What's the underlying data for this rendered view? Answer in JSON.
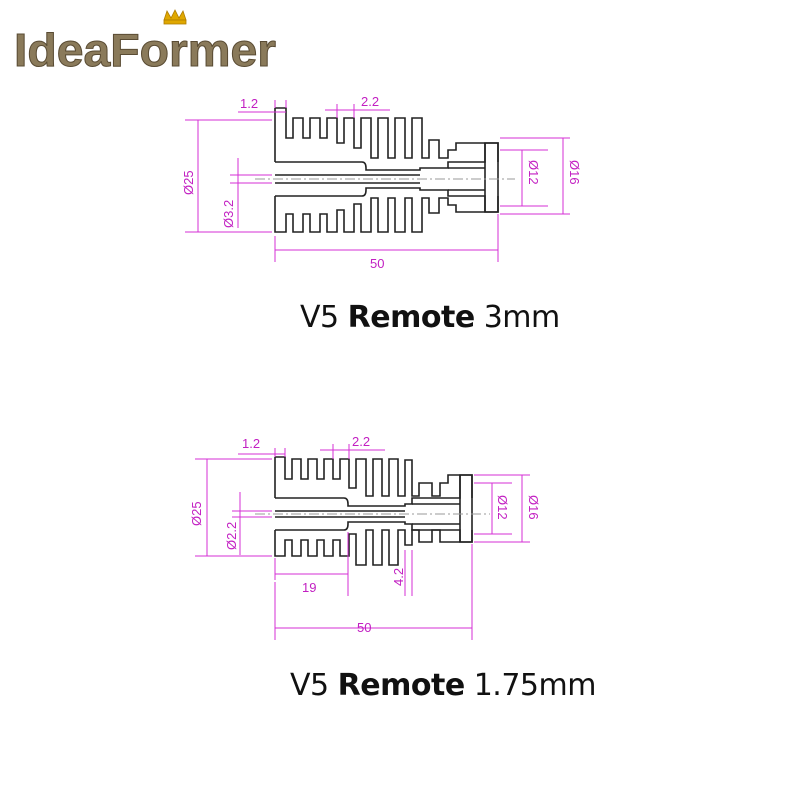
{
  "logo": {
    "text": "IdeaFormer",
    "crown_color": "#e0a800",
    "text_color": "#8a7a5a"
  },
  "colors": {
    "dimension": "#d62fd6",
    "part": "#222222"
  },
  "diagram_1": {
    "caption": {
      "model": "V5",
      "name": "Remote",
      "size": "3mm"
    },
    "dims": {
      "fin_width": "1.2",
      "fin_gap": "2.2",
      "outer_dia": "Ø25",
      "bore_dia": "Ø3.2",
      "neck_dia": "Ø12",
      "thread_dia": "Ø16",
      "length": "50"
    }
  },
  "diagram_2": {
    "caption": {
      "model": "V5",
      "name": "Remote",
      "size": "1.75mm"
    },
    "dims": {
      "fin_width": "1.2",
      "fin_gap": "2.2",
      "outer_dia": "Ø25",
      "bore_dia": "Ø2.2",
      "neck_dia": "Ø12",
      "thread_dia": "Ø16",
      "bore_depth": "19",
      "step": "4.2",
      "length": "50"
    }
  }
}
